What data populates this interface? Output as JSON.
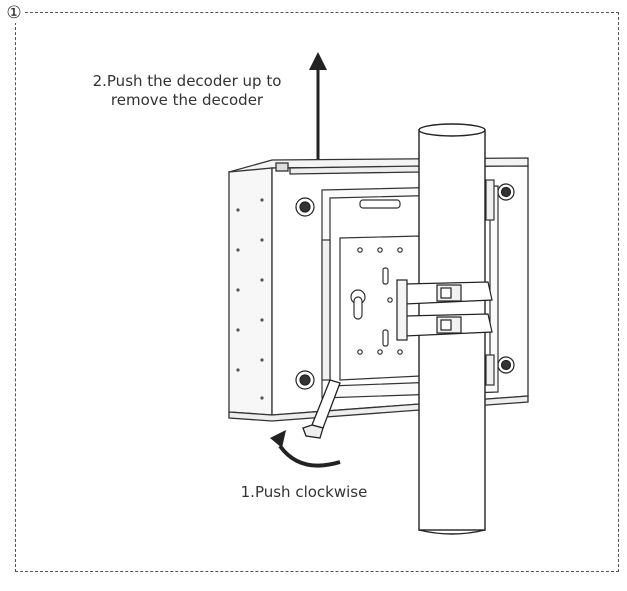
{
  "diagram": {
    "step_marker": "①",
    "instruction_up_line1": "2.Push the decoder up to",
    "instruction_up_line2": "remove the decoder",
    "instruction_clockwise": "1.Push clockwise"
  }
}
